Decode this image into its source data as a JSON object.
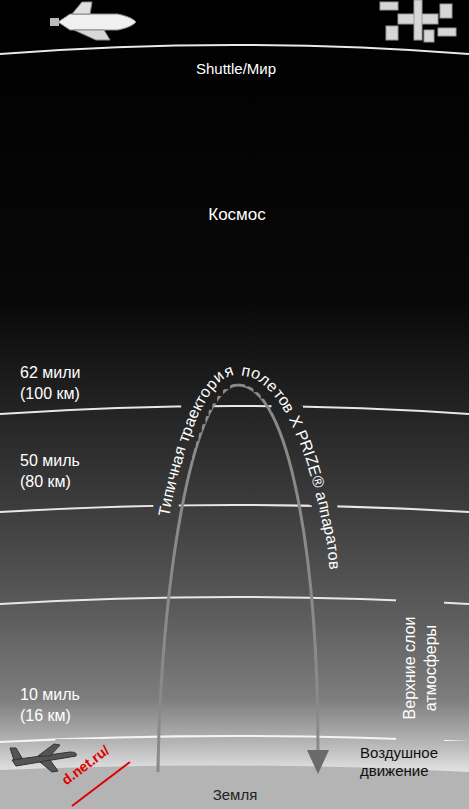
{
  "diagram": {
    "labels": [
      "Shuttle/Мир",
      "Космос",
      "62 мили (100 км)",
      "50 миль (80 км)",
      "10 миль (16 км)",
      "Типичная траектория полетов X PRIZE® аппаратов",
      "Верхние слои атмосферы",
      "Воздушное движение",
      "Земля",
      "d.net.ru/"
    ]
  }
}
